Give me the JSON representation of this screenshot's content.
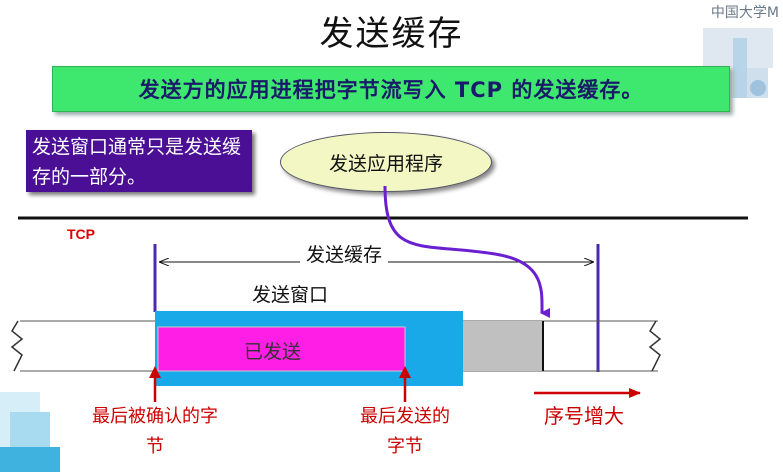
{
  "slide": {
    "title": "发送缓存",
    "watermark": "中国大学M",
    "banner": "发送方的应用进程把字节流写入 TCP 的发送缓存。",
    "note": "发送窗口通常只是发送缓存的一部分。",
    "app_process": "发送应用程序",
    "tcp_label": "TCP",
    "send_buffer_label": "发送缓存",
    "send_window_label": "发送窗口",
    "sent_label": "已发送",
    "last_acked_label": "最后被确认的字节",
    "last_sent_label": "最后发送的字节",
    "seq_increase_label": "序号增大"
  },
  "colors": {
    "banner_bg": "#3ee86e",
    "note_bg": "#4b0f96",
    "window_fill": "#19a9e8",
    "sent_fill": "#ff1ee6",
    "unsent_fill": "#c0c0c0",
    "arrow_purple": "#6a1fd0",
    "arrow_red": "#cc0000"
  }
}
